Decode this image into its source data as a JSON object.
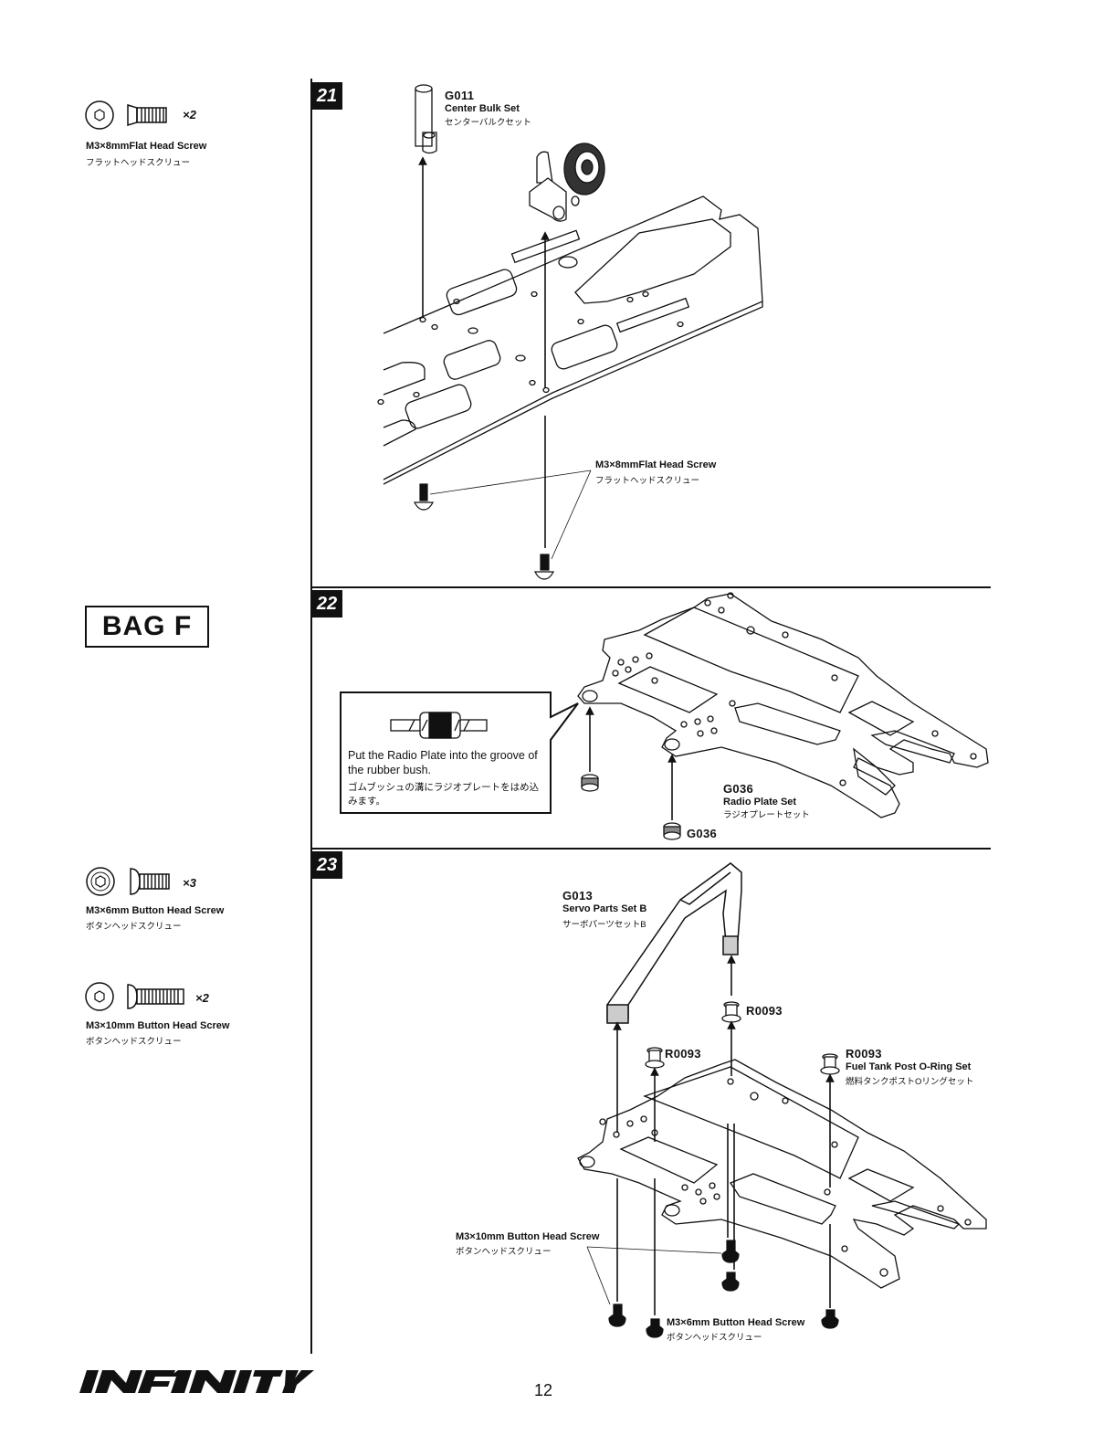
{
  "page": {
    "number": "12",
    "brand": "INFINITY"
  },
  "bag_label": "BAG F",
  "parts_legend": [
    {
      "name": "M3×8mmFlat Head Screw",
      "jp": "フラットヘッドスクリュー",
      "qty": "×2"
    },
    {
      "name": "M3×6mm Button Head Screw",
      "jp": "ボタンヘッドスクリュー",
      "qty": "×3"
    },
    {
      "name": "M3×10mm Button Head Screw",
      "jp": "ボタンヘッドスクリュー",
      "qty": "×2"
    }
  ],
  "steps": [
    {
      "number": "21",
      "callouts": {
        "g011": {
          "code": "G011",
          "name": "Center Bulk Set",
          "jp": "センターバルクセット"
        },
        "screw": {
          "name": "M3×8mmFlat Head Screw",
          "jp": "フラットヘッドスクリュー"
        }
      }
    },
    {
      "number": "22",
      "note": {
        "text": "Put the Radio Plate into the groove of the rubber bush.",
        "jp": "ゴムブッシュの溝にラジオプレートをはめ込みます。"
      },
      "callouts": {
        "g036": {
          "code": "G036",
          "name": "Radio Plate Set",
          "jp": "ラジオプレートセット"
        },
        "g036_bush": {
          "code": "G036"
        }
      }
    },
    {
      "number": "23",
      "callouts": {
        "g013": {
          "code": "G013",
          "name": "Servo Parts Set B",
          "jp": "サーボパーツセットB"
        },
        "r0093_a": {
          "code": "R0093"
        },
        "r0093_b": {
          "code": "R0093"
        },
        "r0093_c": {
          "code": "R0093",
          "name": "Fuel Tank Post O-Ring Set",
          "jp": "燃料タンクポストOリングセット"
        },
        "screw10": {
          "name": "M3×10mm Button Head Screw",
          "jp": "ボタンヘッドスクリュー"
        },
        "screw6": {
          "name": "M3×6mm Button Head Screw",
          "jp": "ボタンヘッドスクリュー"
        }
      }
    }
  ]
}
